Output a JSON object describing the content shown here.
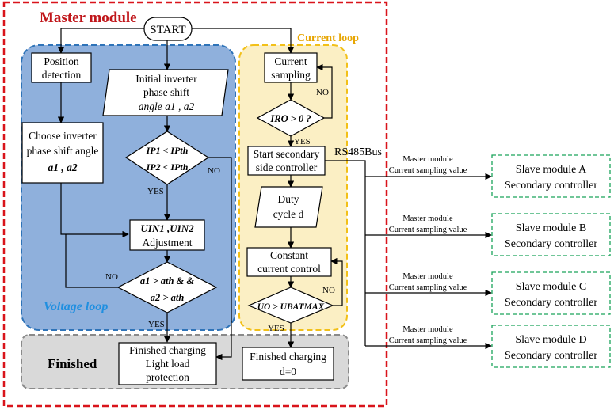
{
  "regions": {
    "master": "Master module",
    "current_loop": "Current loop",
    "voltage_loop": "Voltage loop",
    "finished": "Finished"
  },
  "colors": {
    "master_border": "#d9141b",
    "voltage_fill": "#8fb0dc",
    "voltage_border": "#2e73b8",
    "voltage_label": "#1f8fe0",
    "current_fill": "#fbefc4",
    "current_border": "#f2c018",
    "current_label": "#e7a500",
    "finished_fill": "#d9d9d9",
    "finished_border": "#8a8a8a",
    "slave_border": "#1aa35a"
  },
  "nodes": {
    "start": "START",
    "position_1": "Position",
    "position_2": "detection",
    "choose_1": "Choose inverter",
    "choose_2": "phase shift angle",
    "choose_3": "a1 , a2",
    "initial_1": "Initial inverter",
    "initial_2": "phase shift",
    "initial_3": "angle  a1 , a2",
    "cond1_a": "IP1 < IPth",
    "cond1_b": "IP2 < IPth",
    "adjust_1": "UIN1 ,UIN2",
    "adjust_2": "Adjustment",
    "cond2_a": "a1 > ath  & &",
    "cond2_b": "a2 > ath",
    "finish_light_1": "Finished charging",
    "finish_light_2": "Light load",
    "finish_light_3": "protection",
    "current_sampling_1": "Current",
    "current_sampling_2": "sampling",
    "iro_cond": "IRO > 0 ?",
    "start_secondary_1": "Start secondary",
    "start_secondary_2": "side controller",
    "duty_1": "Duty",
    "duty_2": "cycle d",
    "constant_1": "Constant",
    "constant_2": "current control",
    "uo_cond": "UO > UBATMAX",
    "finish_d_1": "Finished charging",
    "finish_d_2": "d=0"
  },
  "edge_labels": {
    "yes_cond1": "YES",
    "no_cond1": "NO",
    "no_cond2": "NO",
    "yes_cond2": "YES",
    "no_iro": "NO",
    "yes_iro": "YES",
    "no_uo": "NO",
    "yes_uo": "YES"
  },
  "bus_label": "RS485Bus",
  "links": [
    {
      "line1": "Master module",
      "line2": "Current sampling value"
    },
    {
      "line1": "Master module",
      "line2": "Current sampling value"
    },
    {
      "line1": "Master module",
      "line2": "Current sampling value"
    },
    {
      "line1": "Master module",
      "line2": "Current sampling value"
    }
  ],
  "slaves": [
    {
      "line1": "Slave module A",
      "line2": "Secondary controller"
    },
    {
      "line1": "Slave module B",
      "line2": "Secondary controller"
    },
    {
      "line1": "Slave module C",
      "line2": "Secondary controller"
    },
    {
      "line1": "Slave module D",
      "line2": "Secondary controller"
    }
  ]
}
